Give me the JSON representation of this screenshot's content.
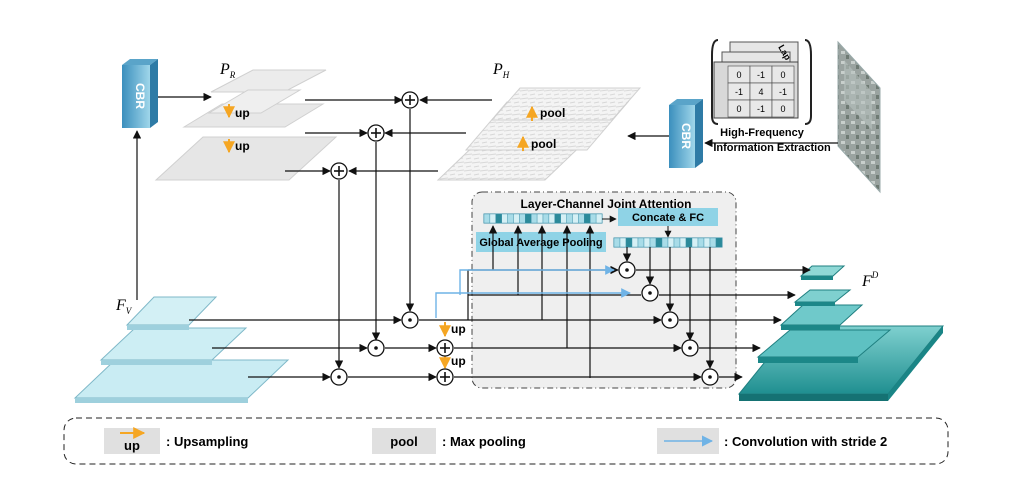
{
  "cbr_left": "CBR",
  "cbr_right": "CBR",
  "p_r": {
    "main": "P",
    "sub": "R"
  },
  "p_h": {
    "main": "P",
    "sub": "H"
  },
  "f_v": {
    "main": "F",
    "sub": "V"
  },
  "f_d": {
    "main": "F",
    "sup": "D"
  },
  "up_label": "up",
  "pool_label": "pool",
  "hf_line1": "High-Frequency",
  "hf_line2": "Information Extraction",
  "lap_label": "Lap",
  "laplacian_kernel": [
    [
      "0",
      "-1",
      "0"
    ],
    [
      "-1",
      "4",
      "-1"
    ],
    [
      "0",
      "-1",
      "0"
    ]
  ],
  "attention_title": "Layer-Channel Joint Attention",
  "concat_fc": "Concate & FC",
  "gap": "Global Average Pooling",
  "legend": {
    "up_box": "up",
    "up_text": ": Upsampling",
    "pool_box": "pool",
    "pool_text": ": Max pooling",
    "conv_text": ": Convolution with stride 2"
  },
  "colors": {
    "orange": "#f5a623",
    "blue_arrow": "#6fb3e6",
    "teal": "#3aa6a8",
    "cyan_light": "#bfe6ee",
    "gap_box": "#8fd3e6"
  }
}
